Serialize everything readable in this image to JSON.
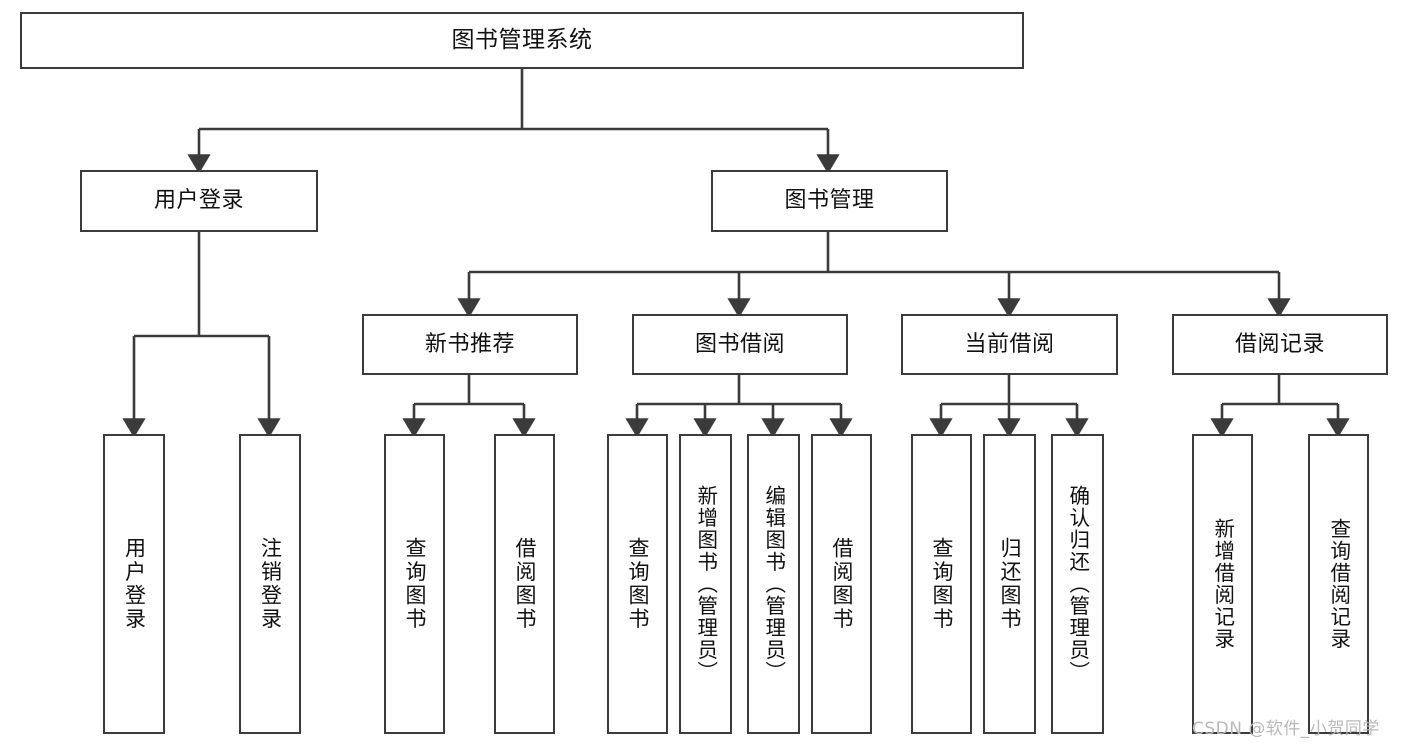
{
  "diagram": {
    "title": "图书管理系统",
    "watermark": "CSDN @软件_小贺同学",
    "colors": {
      "box_border": "#3b3b3b",
      "box_fill": "#ffffff",
      "edge": "#3b3b3b",
      "text": "#111111",
      "watermark": "#b9b9b9",
      "background": "#ffffff"
    },
    "levels": {
      "root": "图书管理系统",
      "level2": [
        "用户登录",
        "图书管理"
      ],
      "level3": [
        "新书推荐",
        "图书借阅",
        "当前借阅",
        "借阅记录"
      ],
      "level4_count": 13
    },
    "nodes": {
      "root": {
        "label": "图书管理系统"
      },
      "user_login": {
        "label": "用户登录"
      },
      "book_manage": {
        "label": "图书管理"
      },
      "new_book_rec": {
        "label": "新书推荐"
      },
      "book_borrow": {
        "label": "图书借阅"
      },
      "current_borrow": {
        "label": "当前借阅"
      },
      "borrow_record": {
        "label": "借阅记录"
      },
      "leaf_user_login": {
        "label": "用户登录"
      },
      "leaf_logout": {
        "label": "注销登录"
      },
      "leaf_query_book_1": {
        "label": "查询图书"
      },
      "leaf_borrow_book_1": {
        "label": "借阅图书"
      },
      "leaf_query_book_2": {
        "label": "查询图书"
      },
      "leaf_add_book_admin": {
        "label": "新增图书（管理员）"
      },
      "leaf_edit_book_admin": {
        "label": "编辑图书（管理员）"
      },
      "leaf_borrow_book_2": {
        "label": "借阅图书"
      },
      "leaf_query_book_3": {
        "label": "查询图书"
      },
      "leaf_return_book": {
        "label": "归还图书"
      },
      "leaf_confirm_return_admin": {
        "label": "确认归还（管理员）"
      },
      "leaf_add_record": {
        "label": "新增借阅记录"
      },
      "leaf_query_record": {
        "label": "查询借阅记录"
      }
    }
  }
}
